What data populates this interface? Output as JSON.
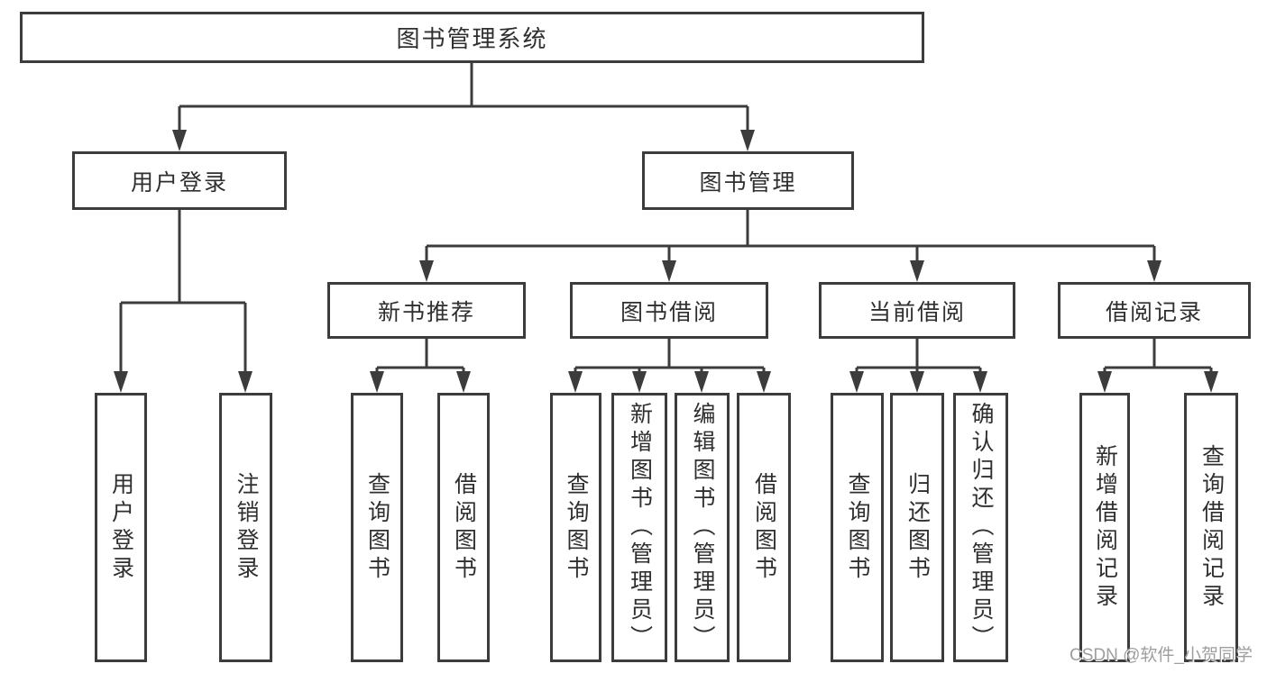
{
  "nodes": {
    "root": "图书管理系统",
    "l2": [
      "用户登录",
      "图书管理"
    ],
    "l3": [
      "新书推荐",
      "图书借阅",
      "当前借阅",
      "借阅记录"
    ],
    "leaves": [
      "用户登录",
      "注销登录",
      "查询图书",
      "借阅图书",
      "查询图书",
      "新增图书（管理员）",
      "编辑图书（管理员）",
      "借阅图书",
      "查询图书",
      "归还图书",
      "确认归还（管理员）",
      "新增借阅记录",
      "查询借阅记录"
    ]
  },
  "hierarchy": {
    "图书管理系统": [
      "用户登录",
      "图书管理"
    ],
    "用户登录": [
      "用户登录",
      "注销登录"
    ],
    "图书管理": [
      "新书推荐",
      "图书借阅",
      "当前借阅",
      "借阅记录"
    ],
    "新书推荐": [
      "查询图书",
      "借阅图书"
    ],
    "图书借阅": [
      "查询图书",
      "新增图书（管理员）",
      "编辑图书（管理员）",
      "借阅图书"
    ],
    "当前借阅": [
      "查询图书",
      "归还图书",
      "确认归还（管理员）"
    ],
    "借阅记录": [
      "新增借阅记录",
      "查询借阅记录"
    ]
  },
  "watermark": "CSDN @软件_小贺同学",
  "colors": {
    "line": "#3c3c3c",
    "text": "#2f2f2f",
    "watermark_text": "#9e9e9e",
    "background": "#ffffff"
  }
}
